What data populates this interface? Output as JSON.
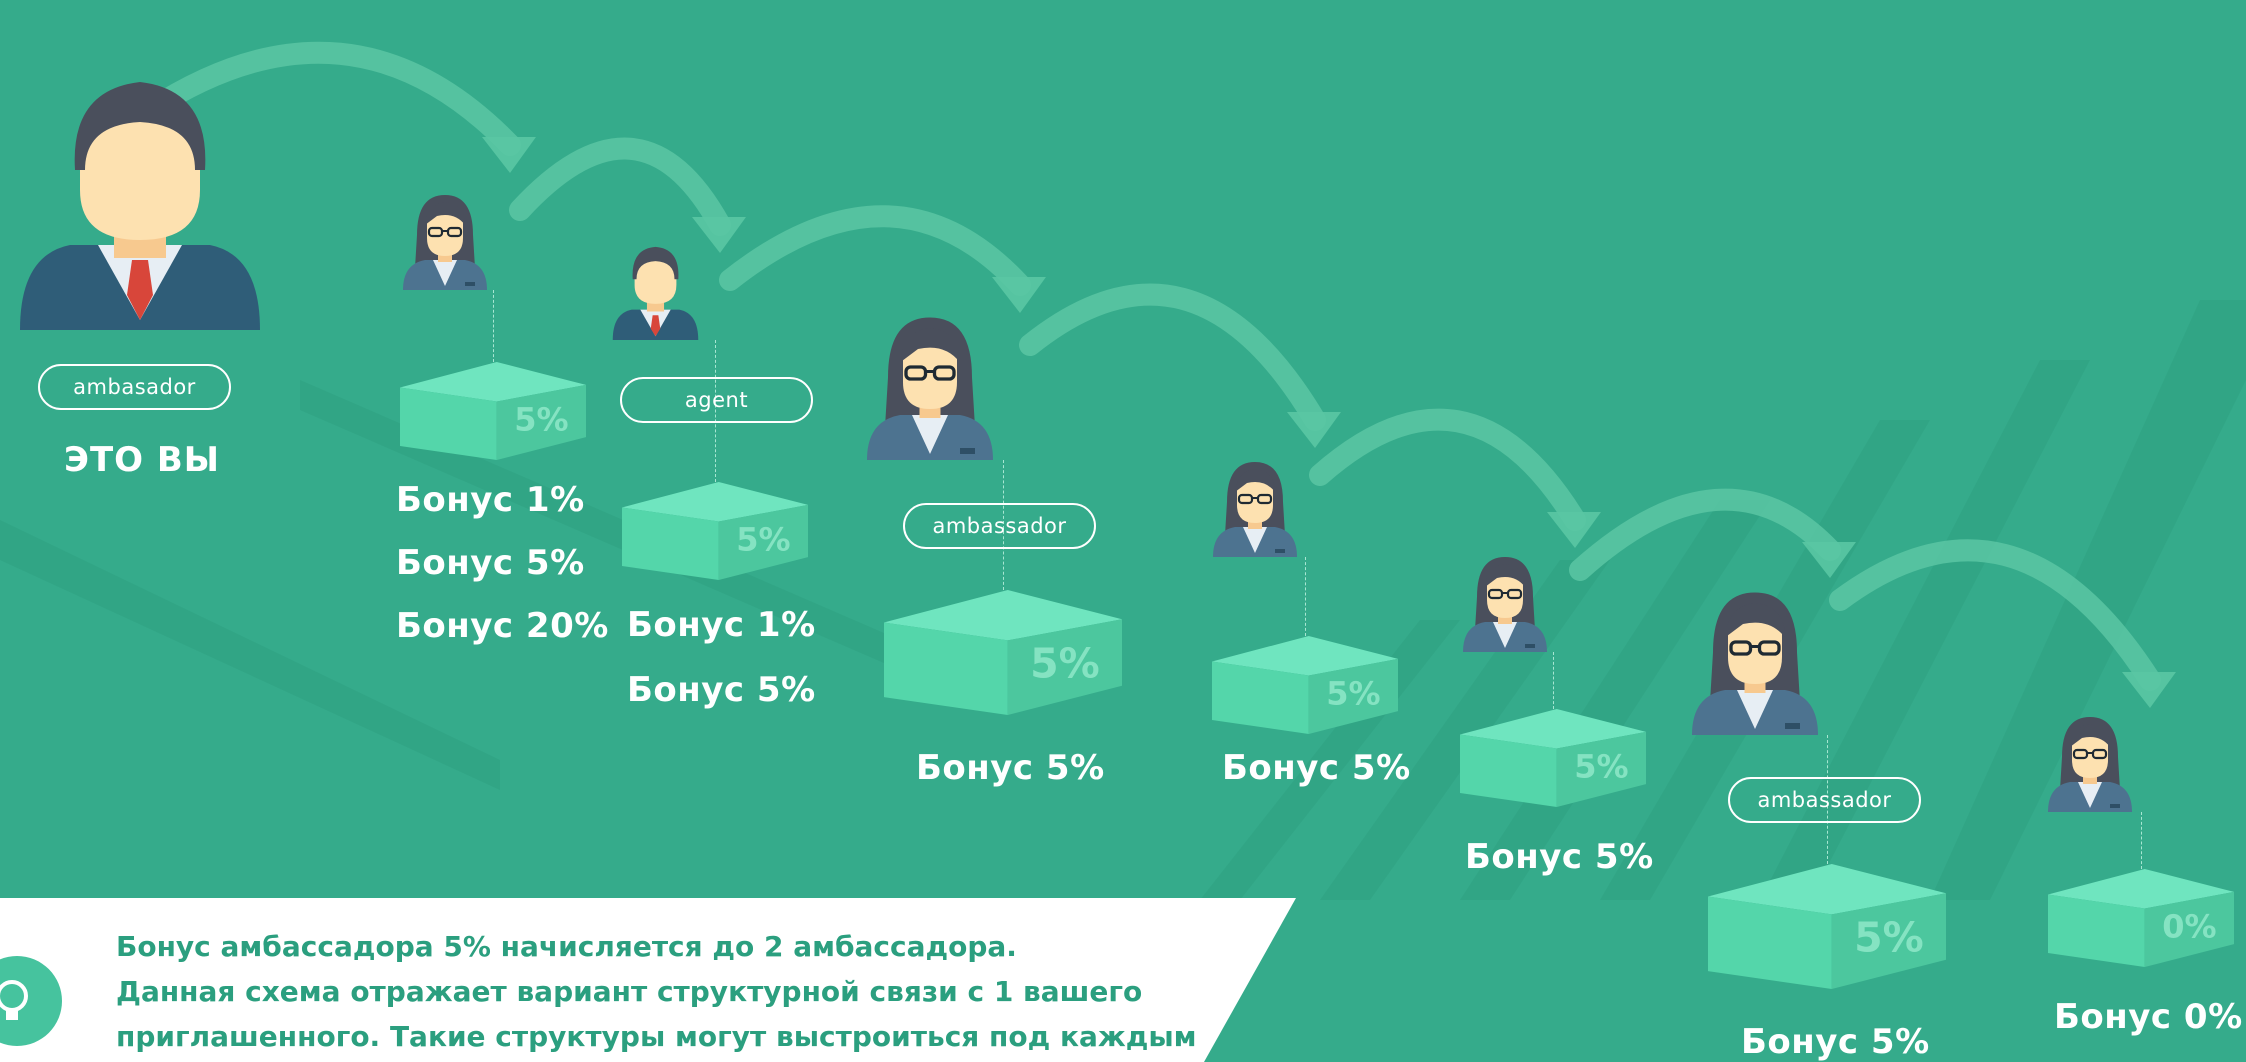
{
  "colors": {
    "background": "#35ab8b",
    "box_front": "#54d6aa",
    "box_side": "#4cc79e",
    "box_top": "#6fe5bf",
    "arrow": "#5ac6a3",
    "text": "#ffffff",
    "info_text": "#2b9f7f"
  },
  "you": {
    "role": "ambasador",
    "label": "ЭТО ВЫ"
  },
  "nodes": [
    {
      "avatar": "woman",
      "role": "",
      "box": "5%",
      "bonuses": [
        "Бонус 1%",
        "Бонус 5%",
        "Бонус 20%"
      ]
    },
    {
      "avatar": "man",
      "role": "agent",
      "box": "5%",
      "bonuses": [
        "Бонус 1%",
        "Бонус 5%"
      ]
    },
    {
      "avatar": "woman",
      "role": "ambassador",
      "box": "5%",
      "bonuses": [
        "Бонус 5%"
      ]
    },
    {
      "avatar": "woman",
      "role": "",
      "box": "5%",
      "bonuses": [
        "Бонус 5%"
      ]
    },
    {
      "avatar": "woman",
      "role": "",
      "box": "5%",
      "bonuses": [
        "Бонус 5%"
      ]
    },
    {
      "avatar": "woman",
      "role": "ambassador",
      "box": "5%",
      "bonuses": [
        "Бонус 5%"
      ]
    },
    {
      "avatar": "woman",
      "role": "",
      "box": "0%",
      "bonuses": [
        "Бонус 0%"
      ]
    }
  ],
  "info": {
    "icon": "lightbulb-icon",
    "lines": [
      "Бонус амбассадора 5% начисляется до 2 амбассадора.",
      "Данная схема отражает вариант структурной связи с 1 вашего",
      "приглашенного. Такие структуры могут выстроиться под каждым"
    ]
  }
}
